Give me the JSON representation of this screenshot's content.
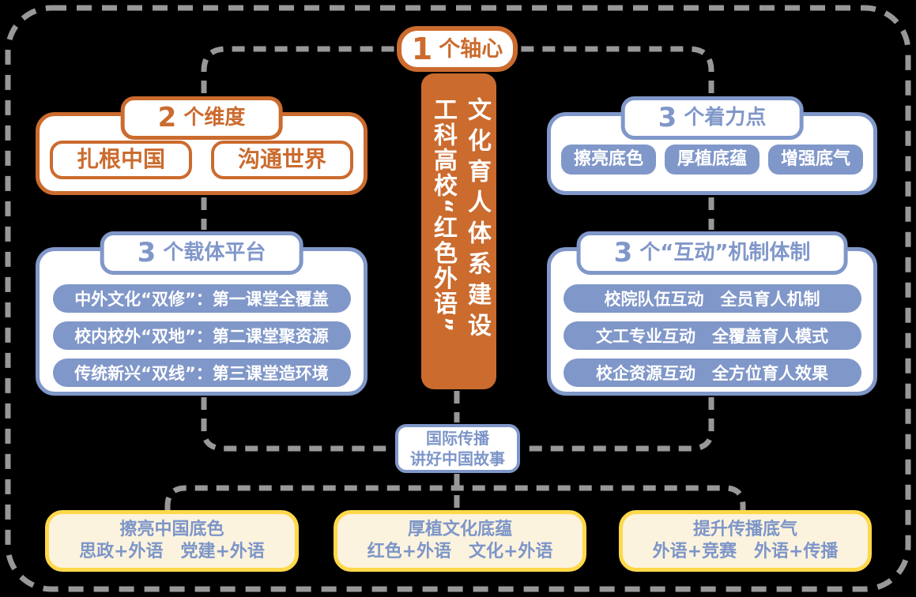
{
  "colors": {
    "orange": "#cb6b2e",
    "blue": "#8097c9",
    "gray": "#989898",
    "yellow": "#ffd84a",
    "cream": "#fbf3de",
    "textblue": "#7d95c8"
  },
  "hub": {
    "number": "1",
    "label": "个轴心"
  },
  "core": {
    "column_left": "工科高校“红色外语”",
    "column_right": "文化育人体系建设"
  },
  "dimensions": {
    "number": "2",
    "title": "个维度",
    "items": [
      "扎根中国",
      "沟通世界"
    ]
  },
  "focus": {
    "number": "3",
    "title": "个着力点",
    "items": [
      "擦亮底色",
      "厚植底蕴",
      "增强底气"
    ]
  },
  "platforms": {
    "number": "3",
    "title": "个载体平台",
    "items": [
      "中外文化“双修”：第一课堂全覆盖",
      "校内校外“双地”：第二课堂聚资源",
      "传统新兴“双线”：第三课堂造环境"
    ]
  },
  "mechanisms": {
    "number": "3",
    "title": "个“互动”机制体制",
    "items": [
      "校院队伍互动　全员育人机制",
      "文工专业互动　全覆盖育人模式",
      "校企资源互动　全方位育人效果"
    ]
  },
  "communication": {
    "line1": "国际传播",
    "line2": "讲好中国故事"
  },
  "outcomes": [
    {
      "title": "擦亮中国底色",
      "formula": "思政+外语　党建+外语"
    },
    {
      "title": "厚植文化底蕴",
      "formula": "红色+外语　文化+外语"
    },
    {
      "title": "提升传播底气",
      "formula": "外语+竞赛　外语+传播"
    }
  ]
}
